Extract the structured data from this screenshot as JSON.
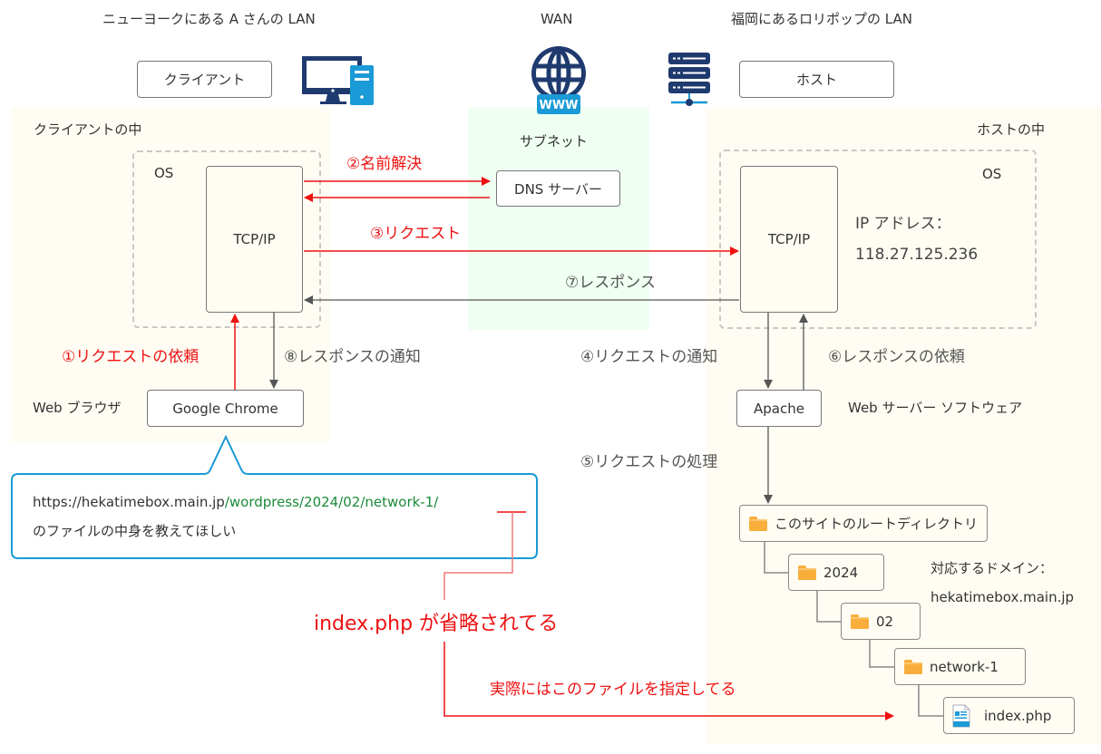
{
  "headers": {
    "client_lan": "ニューヨークにある A さんの LAN",
    "wan": "WAN",
    "host_lan": "福岡にあるロリポップの LAN"
  },
  "top_boxes": {
    "client": "クライアント",
    "host": "ホスト"
  },
  "icons": {
    "client_icon": "desktop-computer-icon",
    "wan_icon": "globe-www-icon",
    "host_icon": "server-rack-icon",
    "www_label": "WWW"
  },
  "client_region": {
    "title": "クライアントの中",
    "os_label": "OS",
    "tcpip": "TCP/IP",
    "browser_label": "Web ブラウザ",
    "browser": "Google Chrome"
  },
  "wan_region": {
    "title": "サブネット",
    "dns": "DNS サーバー"
  },
  "host_region": {
    "title": "ホストの中",
    "os_label": "OS",
    "tcpip": "TCP/IP",
    "ip_label": "IP アドレス：",
    "ip_value": "118.27.125.236",
    "apache": "Apache",
    "apache_label": "Web サーバー ソフトウェア",
    "domain_label": "対応するドメイン：",
    "domain_value": "hekatimebox.main.jp"
  },
  "steps": {
    "s1": "①リクエストの依頼",
    "s2": "②名前解決",
    "s3": "③リクエスト",
    "s4": "④リクエストの通知",
    "s5": "⑤リクエストの処理",
    "s6": "⑥レスポンスの依頼",
    "s7": "⑦レスポンス",
    "s8": "⑧レスポンスの通知"
  },
  "bubble": {
    "url_host": "https://hekatimebox.main.jp",
    "url_path": "/wordpress/2024/02/network-1/",
    "line2": "のファイルの中身を教えてほしい"
  },
  "annotations": {
    "omitted": "index.php が省略されてる",
    "actual": "実際にはこのファイルを指定してる"
  },
  "tree": [
    {
      "label": "このサイトのルートディレクトリ",
      "type": "folder"
    },
    {
      "label": "2024",
      "type": "folder"
    },
    {
      "label": "02",
      "type": "folder"
    },
    {
      "label": "network-1",
      "type": "folder"
    },
    {
      "label": "index.php",
      "type": "file"
    }
  ],
  "colors": {
    "red": "#ee1111",
    "arrow_gray": "#555555",
    "client_bg": "#fffdf3",
    "wan_bg": "#effff2",
    "bubble_border": "#1a9ad6",
    "url_green": "#1a8a3a",
    "folder": "#f9ae3c",
    "icon_navy": "#1f3a6e",
    "icon_blue": "#1a9ad6"
  }
}
